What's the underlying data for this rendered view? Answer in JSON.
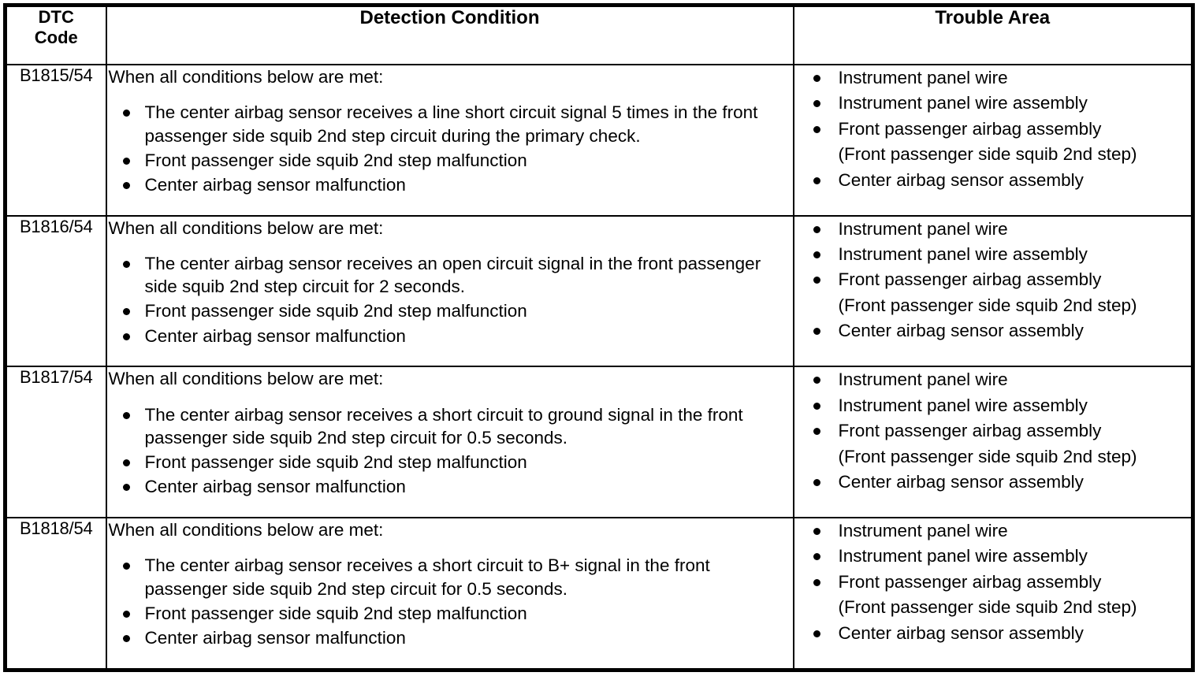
{
  "table": {
    "headers": {
      "dtc_code": "DTC\nCode",
      "dtc_code_line1": "DTC",
      "dtc_code_line2": "Code",
      "detection_condition": "Detection Condition",
      "trouble_area": "Trouble Area"
    },
    "rows": [
      {
        "dtc_code": "B1815/54",
        "detection": {
          "intro": "When all conditions below are met:",
          "bullets": [
            "The center airbag sensor receives a line short circuit signal 5 times in the front passenger side squib 2nd step circuit during the primary check.",
            "Front passenger side squib 2nd step malfunction",
            "Center airbag sensor malfunction"
          ]
        },
        "trouble": {
          "bullets": [
            "Instrument panel wire",
            "Instrument panel wire assembly",
            "Front passenger airbag assembly",
            "Center airbag sensor assembly"
          ],
          "sub_note": "(Front passenger side squib 2nd step)",
          "sub_note_after_index": 2
        }
      },
      {
        "dtc_code": "B1816/54",
        "detection": {
          "intro": "When all conditions below are met:",
          "bullets": [
            "The center airbag sensor receives an open circuit signal in the front passenger side squib 2nd step circuit for 2 seconds.",
            "Front passenger side squib 2nd step malfunction",
            "Center airbag sensor malfunction"
          ]
        },
        "trouble": {
          "bullets": [
            "Instrument panel wire",
            "Instrument panel wire assembly",
            "Front passenger airbag assembly",
            "Center airbag sensor assembly"
          ],
          "sub_note": "(Front passenger side squib 2nd step)",
          "sub_note_after_index": 2
        }
      },
      {
        "dtc_code": "B1817/54",
        "detection": {
          "intro": "When all conditions below are met:",
          "bullets": [
            "The center airbag sensor receives a short circuit to ground signal in the front passenger side squib 2nd step circuit for 0.5 seconds.",
            "Front passenger side squib 2nd step malfunction",
            "Center airbag sensor malfunction"
          ]
        },
        "trouble": {
          "bullets": [
            "Instrument panel wire",
            "Instrument panel wire assembly",
            "Front passenger airbag assembly",
            "Center airbag sensor assembly"
          ],
          "sub_note": "(Front passenger side squib 2nd step)",
          "sub_note_after_index": 2
        }
      },
      {
        "dtc_code": "B1818/54",
        "detection": {
          "intro": "When all conditions below are met:",
          "bullets": [
            "The center airbag sensor receives a short circuit to B+ signal in the front passenger side squib 2nd step circuit for 0.5 seconds.",
            "Front passenger side squib 2nd step malfunction",
            "Center airbag sensor malfunction"
          ]
        },
        "trouble": {
          "bullets": [
            "Instrument panel wire",
            "Instrument panel wire assembly",
            "Front passenger airbag assembly",
            "Center airbag sensor assembly"
          ],
          "sub_note": "(Front passenger side squib 2nd step)",
          "sub_note_after_index": 2
        }
      }
    ]
  },
  "colors": {
    "border": "#000000",
    "background": "#ffffff",
    "text": "#000000"
  }
}
